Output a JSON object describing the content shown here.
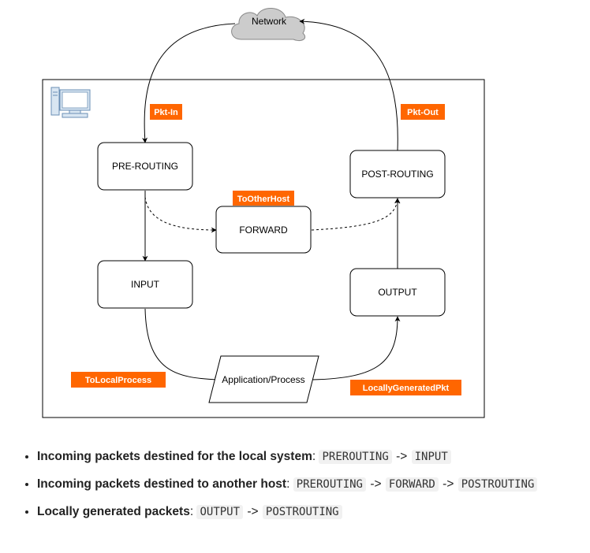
{
  "diagram": {
    "network": "Network",
    "tags": {
      "pkt_in": "Pkt-In",
      "pkt_out": "Pkt-Out",
      "to_other_host": "ToOtherHost",
      "to_local_process": "ToLocalProcess",
      "locally_generated": "LocallyGeneratedPkt"
    },
    "nodes": {
      "prerouting": "PRE-ROUTING",
      "postrouting": "POST-ROUTING",
      "forward": "FORWARD",
      "input": "INPUT",
      "output": "OUTPUT",
      "application": "Application/Process"
    },
    "colors": {
      "tag": "#ff6600",
      "cloud": "#cccccc"
    }
  },
  "notes": [
    {
      "label": "Incoming packets destined for the local system",
      "colon": ":",
      "chain": [
        "PREROUTING",
        "INPUT"
      ]
    },
    {
      "label": "Incoming packets destined to another host",
      "colon": ":",
      "chain": [
        "PREROUTING",
        "FORWARD",
        "POSTROUTING"
      ]
    },
    {
      "label": "Locally generated packets",
      "colon": ":",
      "chain": [
        "OUTPUT",
        "POSTROUTING"
      ]
    }
  ],
  "arrow_sep": "->"
}
